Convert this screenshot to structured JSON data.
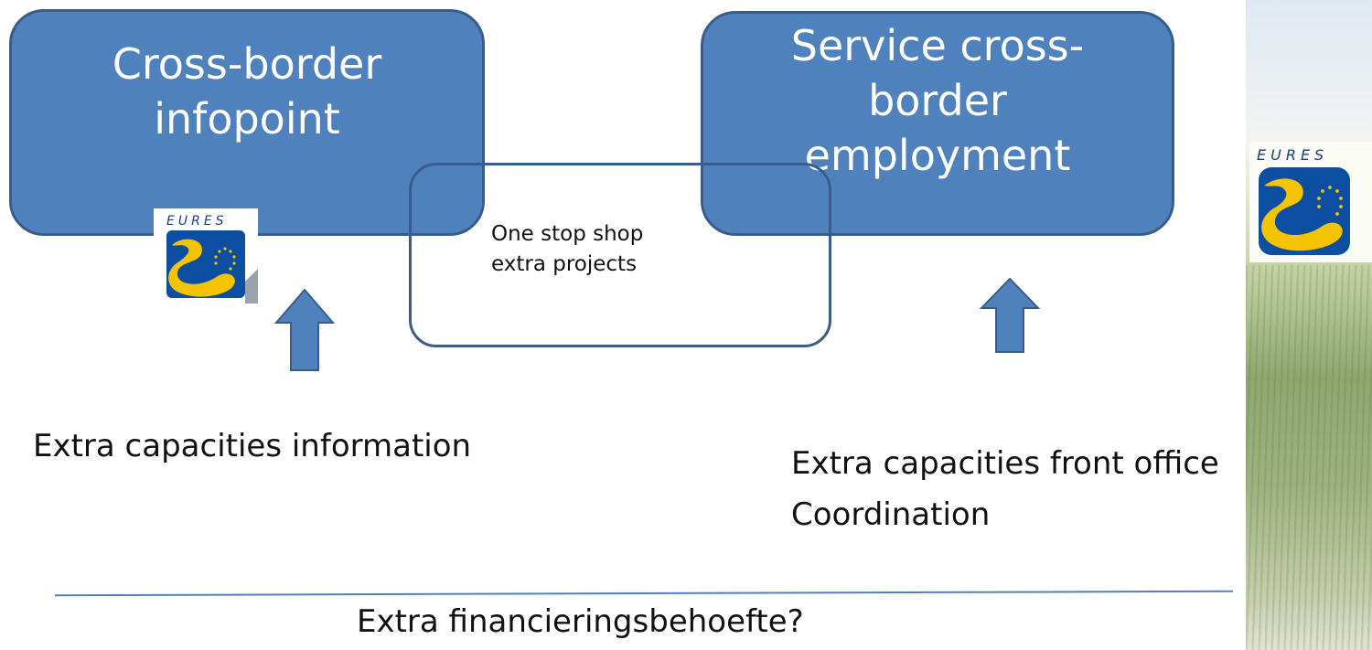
{
  "boxes": {
    "left": {
      "line1": "Cross-border",
      "line2": "infopoint"
    },
    "right": {
      "line1": "Service cross-",
      "line2": "border",
      "line3": "employment"
    }
  },
  "overlap": {
    "text": "One stop shop\nextra projects"
  },
  "logo": {
    "text": "EURES"
  },
  "labels": {
    "left": "Extra capacities information",
    "right_line1": "Extra capacities front office",
    "right_line2": "Coordination"
  },
  "footer": "Extra financieringsbehoefte?",
  "colors": {
    "box_fill": "#4f81bd",
    "box_border": "#385d8a",
    "logo_yellow": "#f5c400",
    "logo_blue": "#0b4ea2"
  }
}
